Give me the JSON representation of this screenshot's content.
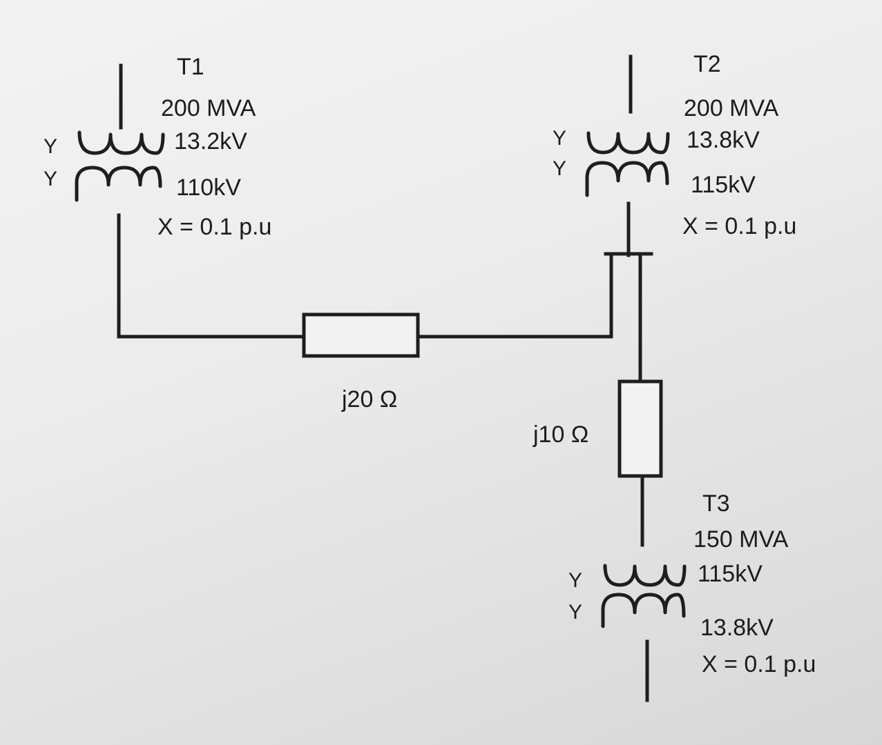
{
  "transformers": {
    "t1": {
      "name": "T1",
      "rating": "200 MVA",
      "primary_voltage": "13.2kV",
      "secondary_voltage": "110kV",
      "reactance": "X = 0.1 p.u",
      "primary_connection": "Y",
      "secondary_connection": "Y"
    },
    "t2": {
      "name": "T2",
      "rating": "200 MVA",
      "primary_voltage": "13.8kV",
      "secondary_voltage": "115kV",
      "reactance": "X = 0.1 p.u",
      "primary_connection": "Y",
      "secondary_connection": "Y"
    },
    "t3": {
      "name": "T3",
      "rating": "150 MVA",
      "primary_voltage": "115kV",
      "secondary_voltage": "13.8kV",
      "reactance": "X = 0.1 p.u",
      "primary_connection": "Y",
      "secondary_connection": "Y"
    }
  },
  "lines": {
    "horizontal": {
      "impedance": "j20 Ω"
    },
    "vertical": {
      "impedance": "j10 Ω"
    }
  }
}
